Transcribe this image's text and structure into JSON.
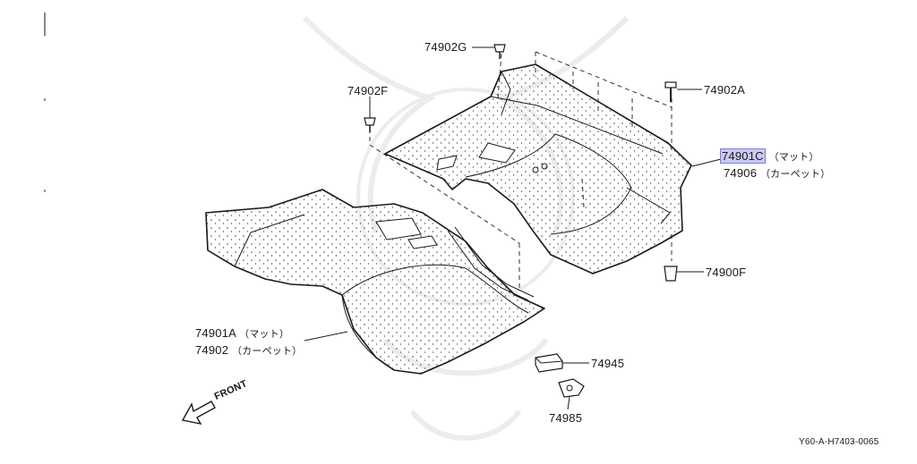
{
  "callouts": {
    "clip_g": "74902G",
    "clip_f_left": "74902F",
    "clip_a": "74902A",
    "mat_rear_part": "74901C",
    "mat_rear_note": "（マット）",
    "carpet_rear_part": "74906",
    "carpet_rear_note": "（カーペット）",
    "clip_f_right": "74900F",
    "mat_front_part": "74901A",
    "mat_front_note": "（マット）",
    "carpet_front_part": "74902",
    "carpet_front_note": "（カーペット）",
    "pad": "74945",
    "hook": "74985"
  },
  "front_label": "FRONT",
  "diagram_id": "Y60-A-H7403-0065",
  "highlight": {
    "selected_part": "74901C",
    "color": "#c9c9f4"
  }
}
